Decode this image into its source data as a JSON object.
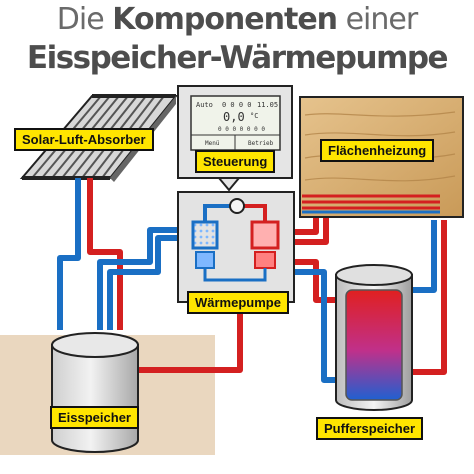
{
  "title": {
    "line1_pre": "Die",
    "line1_bold": "Komponenten",
    "line1_post": "einer",
    "line2": "Eisspeicher-Wärmepumpe"
  },
  "labels": {
    "solar": "Solar-Luft-Absorber",
    "control": "Steuerung",
    "floor_heating": "Flächenheizung",
    "heat_pump": "Wärmepumpe",
    "ice_storage": "Eisspeicher",
    "buffer_storage": "Pufferspeicher"
  },
  "display": {
    "mode": "Auto",
    "time_left": "0 0 0 0",
    "time_right": "11.05",
    "temperature": "0,0",
    "unit": "°C",
    "digits": "0 0 0 0 0 0 0",
    "button_left": "Menü",
    "button_right": "Betrieb"
  },
  "colors": {
    "label_bg": "#ffe500",
    "pipe_hot": "#d42020",
    "pipe_cold": "#1a6fc4",
    "wood": "#d9b27a"
  }
}
